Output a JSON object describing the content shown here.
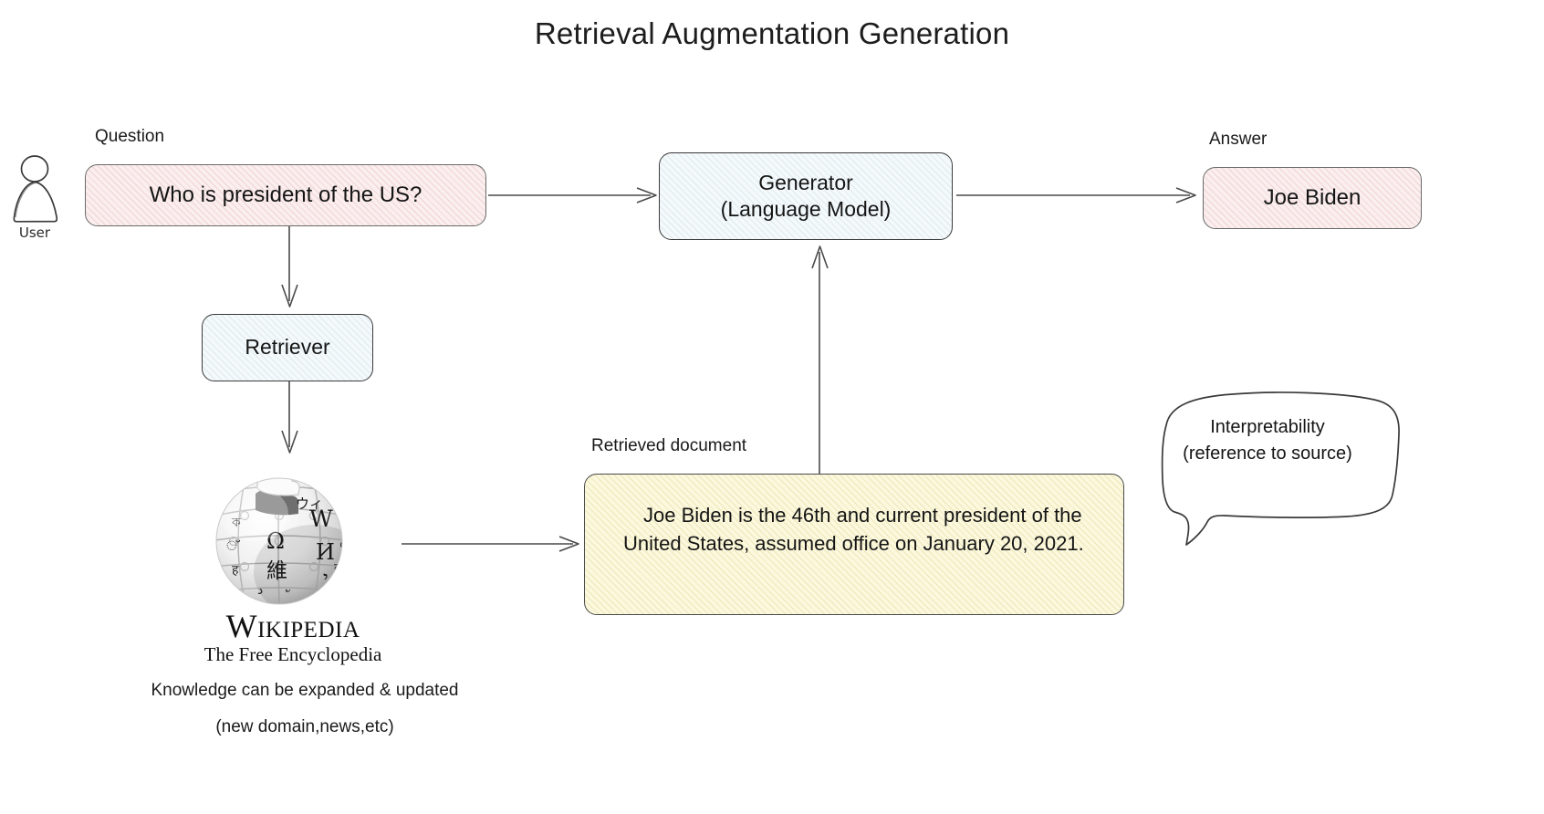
{
  "diagram": {
    "title": "Retrieval Augmentation Generation",
    "type": "flowchart",
    "nodes": {
      "user": {
        "label": "User",
        "icon": "user-person-icon"
      },
      "question": {
        "caption": "Question",
        "text": "Who is president of the US?",
        "fill": "#fbeeee"
      },
      "retriever": {
        "text": "Retriever",
        "fill": "#f4f9fb"
      },
      "knowledge_source": {
        "wordmark": "Wikipedia",
        "tagline": "The Free Encyclopedia",
        "icon": "wikipedia-globe-icon",
        "note_line1": "Knowledge can be expanded & updated",
        "note_line2": "(new domain,news,etc)"
      },
      "retrieved_document": {
        "caption": "Retrieved document",
        "text": "Joe Biden is the 46th and current president of the United States, assumed office on January 20, 2021.",
        "fill": "#fbf8dd"
      },
      "generator": {
        "line1": "Generator",
        "line2": "(Language Model)",
        "fill": "#f4f9fb"
      },
      "answer": {
        "caption": "Answer",
        "text": "Joe Biden",
        "fill": "#fbeeee"
      },
      "interpretability_bubble": {
        "line1": "Interpretability",
        "line2": "(reference to source)"
      }
    },
    "edges": [
      {
        "from": "question",
        "to": "generator"
      },
      {
        "from": "question",
        "to": "retriever"
      },
      {
        "from": "retriever",
        "to": "knowledge_source"
      },
      {
        "from": "knowledge_source",
        "to": "retrieved_document"
      },
      {
        "from": "retrieved_document",
        "to": "generator"
      },
      {
        "from": "generator",
        "to": "answer"
      }
    ],
    "colors": {
      "stroke": "#4a4a4a",
      "text": "#1a1a1a",
      "pink_fill": "#fbeeee",
      "blue_fill": "#f4f9fb",
      "yellow_fill": "#fbf8dd",
      "background": "#ffffff"
    }
  }
}
